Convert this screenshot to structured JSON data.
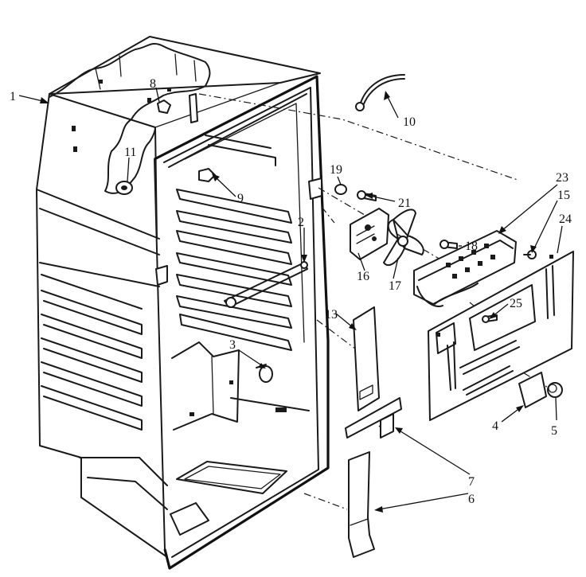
{
  "callouts": [
    {
      "id": "c1",
      "label": "1"
    },
    {
      "id": "c2",
      "label": "2"
    },
    {
      "id": "c3",
      "label": "3"
    },
    {
      "id": "c4",
      "label": "4"
    },
    {
      "id": "c5",
      "label": "5"
    },
    {
      "id": "c6",
      "label": "6"
    },
    {
      "id": "c7",
      "label": "7"
    },
    {
      "id": "c8",
      "label": "8"
    },
    {
      "id": "c9",
      "label": "9"
    },
    {
      "id": "c10",
      "label": "10"
    },
    {
      "id": "c11",
      "label": "11"
    },
    {
      "id": "c13",
      "label": "13"
    },
    {
      "id": "c15",
      "label": "15"
    },
    {
      "id": "c16",
      "label": "16"
    },
    {
      "id": "c17",
      "label": "17"
    },
    {
      "id": "c18",
      "label": "18"
    },
    {
      "id": "c19",
      "label": "19"
    },
    {
      "id": "c21",
      "label": "21"
    },
    {
      "id": "c23",
      "label": "23"
    },
    {
      "id": "c24",
      "label": "24"
    },
    {
      "id": "c25",
      "label": "25"
    }
  ]
}
